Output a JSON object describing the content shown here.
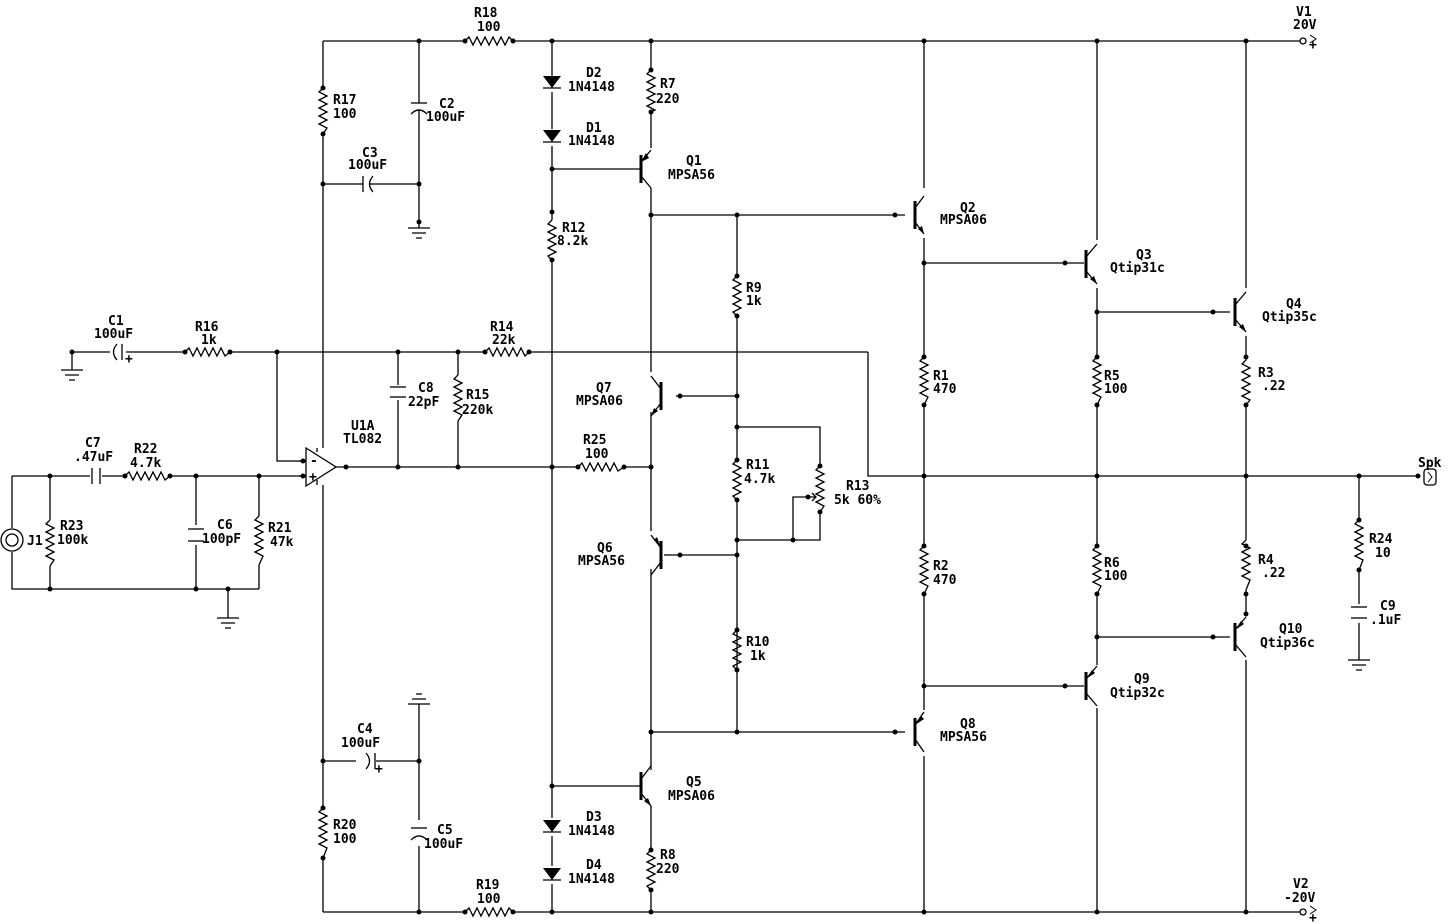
{
  "components": {
    "R18": {
      "ref": "R18",
      "value": "100"
    },
    "R17": {
      "ref": "R17",
      "value": "100"
    },
    "C2": {
      "ref": "C2",
      "value": "100uF"
    },
    "C3": {
      "ref": "C3",
      "value": "100uF"
    },
    "D2": {
      "ref": "D2",
      "value": "1N4148"
    },
    "D1": {
      "ref": "D1",
      "value": "1N4148"
    },
    "R7": {
      "ref": "R7",
      "value": "220"
    },
    "Q1": {
      "ref": "Q1",
      "value": "MPSA56"
    },
    "R12": {
      "ref": "R12",
      "value": "8.2k"
    },
    "Q2": {
      "ref": "Q2",
      "value": "MPSA06"
    },
    "Q3": {
      "ref": "Q3",
      "value": "Qtip31c"
    },
    "Q4": {
      "ref": "Q4",
      "value": "Qtip35c"
    },
    "V1": {
      "ref": "V1",
      "value": "20V"
    },
    "R9": {
      "ref": "R9",
      "value": "1k"
    },
    "C1": {
      "ref": "C1",
      "value": "100uF"
    },
    "R16": {
      "ref": "R16",
      "value": "1k"
    },
    "R14": {
      "ref": "R14",
      "value": "22k"
    },
    "C8": {
      "ref": "C8",
      "value": "22pF"
    },
    "R15": {
      "ref": "R15",
      "value": "220k"
    },
    "U1A": {
      "ref": "U1A",
      "value": "TL082"
    },
    "Q7": {
      "ref": "Q7",
      "value": "MPSA06"
    },
    "R1": {
      "ref": "R1",
      "value": "470"
    },
    "R5": {
      "ref": "R5",
      "value": "100"
    },
    "R3": {
      "ref": "R3",
      "value": ".22"
    },
    "C7": {
      "ref": "C7",
      "value": ".47uF"
    },
    "R22": {
      "ref": "R22",
      "value": "4.7k"
    },
    "R25": {
      "ref": "R25",
      "value": "100"
    },
    "R11": {
      "ref": "R11",
      "value": "4.7k"
    },
    "R13": {
      "ref": "R13",
      "value": "5k 60%"
    },
    "SPK": {
      "ref": "Spk",
      "value": ""
    },
    "J1": {
      "ref": "J1",
      "value": ""
    },
    "R23": {
      "ref": "R23",
      "value": "100k"
    },
    "C6": {
      "ref": "C6",
      "value": "100pF"
    },
    "R21": {
      "ref": "R21",
      "value": "47k"
    },
    "Q6": {
      "ref": "Q6",
      "value": "MPSA56"
    },
    "R2": {
      "ref": "R2",
      "value": "470"
    },
    "R6": {
      "ref": "R6",
      "value": "100"
    },
    "R4": {
      "ref": "R4",
      "value": ".22"
    },
    "R24": {
      "ref": "R24",
      "value": "10"
    },
    "C9": {
      "ref": "C9",
      "value": ".1uF"
    },
    "R10": {
      "ref": "R10",
      "value": "1k"
    },
    "Q10": {
      "ref": "Q10",
      "value": "Qtip36c"
    },
    "Q9": {
      "ref": "Q9",
      "value": "Qtip32c"
    },
    "Q8": {
      "ref": "Q8",
      "value": "MPSA56"
    },
    "C4": {
      "ref": "C4",
      "value": "100uF"
    },
    "Q5": {
      "ref": "Q5",
      "value": "MPSA06"
    },
    "R20": {
      "ref": "R20",
      "value": "100"
    },
    "C5": {
      "ref": "C5",
      "value": "100uF"
    },
    "D3": {
      "ref": "D3",
      "value": "1N4148"
    },
    "D4": {
      "ref": "D4",
      "value": "1N4148"
    },
    "R8": {
      "ref": "R8",
      "value": "220"
    },
    "R19": {
      "ref": "R19",
      "value": "100"
    },
    "V2": {
      "ref": "V2",
      "value": "-20V"
    }
  },
  "symbols": {
    "plus": "+",
    "minus": "-"
  }
}
